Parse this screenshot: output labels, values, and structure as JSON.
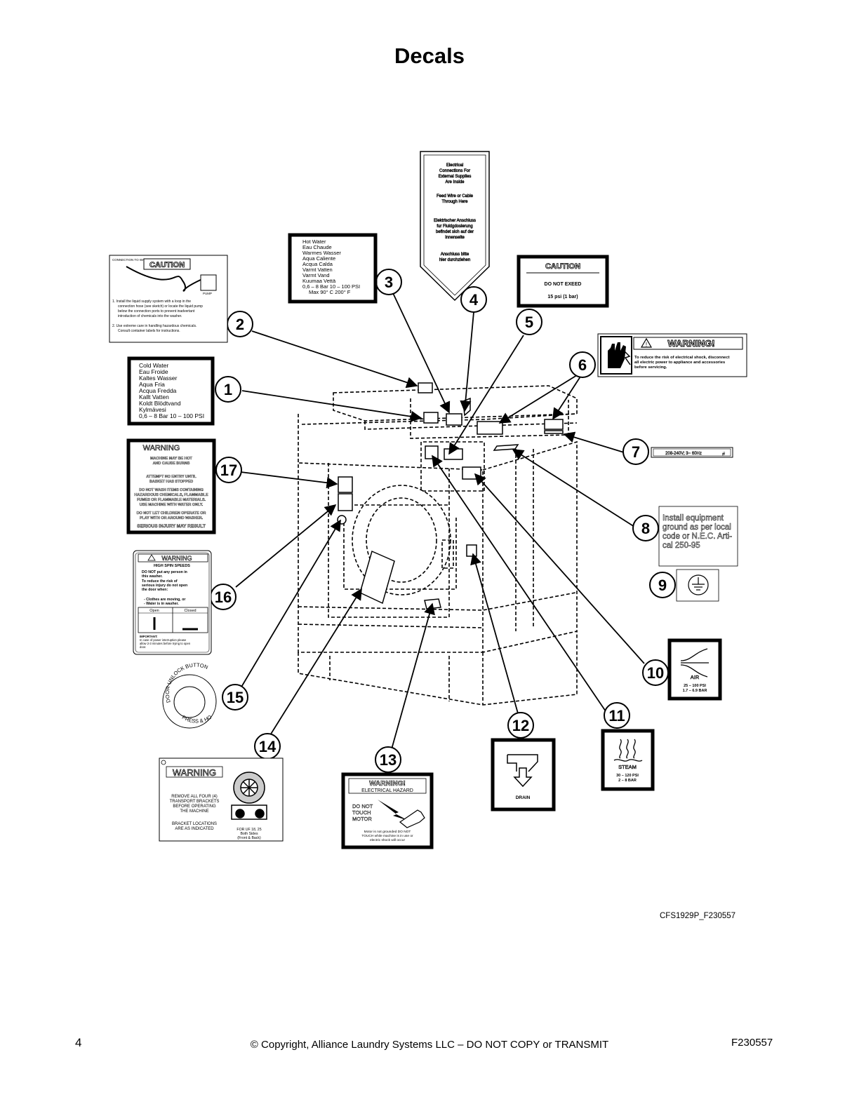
{
  "title": "Decals",
  "ref_code": "CFS1929P_F230557",
  "footer": {
    "page_number": "4",
    "copyright": "© Copyright, Alliance Laundry Systems LLC – DO NOT COPY or TRANSMIT",
    "doc_number": "F230557"
  },
  "callouts": {
    "c1": "1",
    "c2": "2",
    "c3": "3",
    "c4": "4",
    "c5": "5",
    "c6": "6",
    "c7": "7",
    "c8": "8",
    "c9": "9",
    "c10": "10",
    "c11": "11",
    "c12": "12",
    "c13": "13",
    "c14": "14",
    "c15": "15",
    "c16": "16",
    "c17": "17"
  },
  "decals": {
    "cold_water": [
      "Cold Water",
      "Eau Froide",
      "Kaltes Wasser",
      "Aqua Fria",
      "Acqua Fredda",
      "Kallt Vatten",
      "Koldt Blödtvand",
      "Kylmävesi",
      "0,6 – 8 Bar  10 – 100 PSI"
    ],
    "chem_caution": {
      "connection_label": "CONNECTION TO WASHER",
      "pump_label": "PUMP",
      "heading": "CAUTION",
      "step1": [
        "1.  Install the liquid supply system with a loop in the",
        "connection hose (see sketch) or locate the liquid pump",
        "below the connection ports to prevent inadvertant",
        "introduction of chemicals into the washer."
      ],
      "step2": [
        "2.  Use extreme care in handling hazardous chemicals.",
        "Consult container labels for instructions."
      ]
    },
    "hot_water": [
      "Hot Water",
      "Eau Chaude",
      "Warmes Wasser",
      "Aqua Caliente",
      "Acqua Calda",
      "Varmt Vatten",
      "Varmt Vand",
      "Kuumaa Vettä",
      "0,6 – 8 Bar  10 – 100 PSI",
      "Max 90° C  200° F"
    ],
    "electrical_connections": [
      "Electrical",
      "Connections For",
      "External Supplies",
      "Are Inside",
      "",
      "Feed Wire or Cable",
      "Through Here",
      "",
      "Elektrischer Anschluss",
      "fur Fluidgdosierung",
      "befindet sich auf der",
      "Innenseite",
      "",
      "Anschluss bitte",
      "hier durchziehen"
    ],
    "caution_pressure": {
      "heading": "CAUTION",
      "line1": "DO NOT EXEED",
      "line2": "15 psi (1 bar)"
    },
    "shock_warning": {
      "heading": "WARNING!",
      "text": [
        "To reduce the risk of electrical shock, disconnect",
        "all electric power to appliance and accessories",
        "before servicing."
      ]
    },
    "voltage": "208-240V; 3~ 60Hz",
    "ground_text": [
      "Install equipment",
      "ground as per local",
      "code or N.E.C. Arti-",
      "cal 250-95"
    ],
    "air": {
      "label": "AIR",
      "line1": "25 – 100 PSI",
      "line2": "1.7 – 6.9 BAR"
    },
    "steam": {
      "label": "STEAM",
      "line1": "30 – 120 PSI",
      "line2": "2 – 8 BAR"
    },
    "drain": "DRAIN",
    "electrical_hazard": {
      "heading": "WARNING!",
      "sub": "ELECTRICAL HAZARD",
      "left": [
        "DO NOT",
        "TOUCH",
        "MOTOR"
      ],
      "bottom": [
        "Motor is not grounded DO NOT",
        "TOUCH while machine is in use or",
        "electric shock will occur"
      ]
    },
    "transport_brackets": {
      "heading": "WARNING",
      "lines": [
        "REMOVE ALL FOUR (4)",
        "TRANSPORT BRACKETS",
        "BEFORE OPERATING",
        "THE MACHINE",
        "",
        "BRACKET LOCATIONS",
        "ARE AS INDICATED"
      ],
      "note": [
        "FOR UF 18, 25",
        "Both Sides",
        "(Front & Back)"
      ]
    },
    "door_unlock": {
      "top": "DOOR UNLOCK BUTTON",
      "bottom": "PRESS & HOLD"
    },
    "high_spin": {
      "heading": "WARNING",
      "sub": "HIGH SPIN SPEEDS",
      "lines": [
        "DO NOT put any person in",
        "this washer.",
        "To reduce the risk of",
        "serious injury do not open",
        "the door when:",
        "  - Clothes are moving, or",
        "  - Water is in washer."
      ],
      "open": "Open",
      "closed": "Closed",
      "important": [
        "IMPORTANT:",
        "In case of power interruption please",
        "allow 2-3 minutes before trying to open",
        "door."
      ]
    },
    "hot_machine": {
      "heading": "WARNING",
      "lines": [
        "MACHINE MAY BE HOT",
        "AND CAUSE BURNS",
        "",
        "ATTEMPT NO ENTRY UNTIL",
        "BASKET HAS STOPPED",
        "",
        "DO NOT WASH ITEMS CONTAINING",
        "HAZARDOUS CHEMICALS, FLAMMABLE",
        "FUMES OR FLAMMABLE MATERIALS.",
        "USE MACHINE WITH WATER ONLY.",
        "",
        "DO NOT LET CHILDREN OPERATE OR",
        "PLAY WITH OR AROUND WASHER."
      ],
      "footer": "SERIOUS INJURY MAY RESULT"
    }
  }
}
